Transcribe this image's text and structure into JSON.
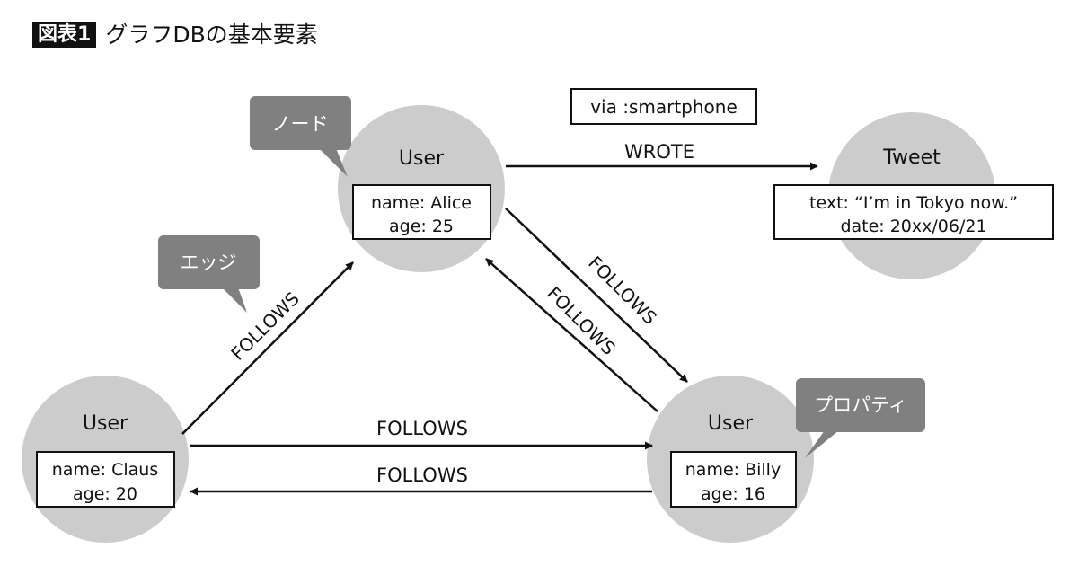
{
  "header": {
    "fig_label": "図表1",
    "title": "グラフDBの基本要素"
  },
  "nodes": {
    "alice": {
      "type": "User",
      "line1": "name: Alice",
      "line2": "age: 25"
    },
    "tweet": {
      "type": "Tweet",
      "line1": "text: “I’m in Tokyo now.”",
      "line2": "date: 20xx/06/21"
    },
    "claus": {
      "type": "User",
      "line1": "name: Claus",
      "line2": "age: 20"
    },
    "billy": {
      "type": "User",
      "line1": "name: Billy",
      "line2": "age: 16"
    }
  },
  "edges": {
    "wrote": "WROTE",
    "wrote_property": "via :smartphone",
    "follows": "FOLLOWS"
  },
  "callouts": {
    "node": "ノード",
    "edge": "エッジ",
    "property": "プロパティ"
  },
  "colors": {
    "node_fill": "#cccccc",
    "callout_fill": "#808080",
    "ink": "#111111"
  }
}
